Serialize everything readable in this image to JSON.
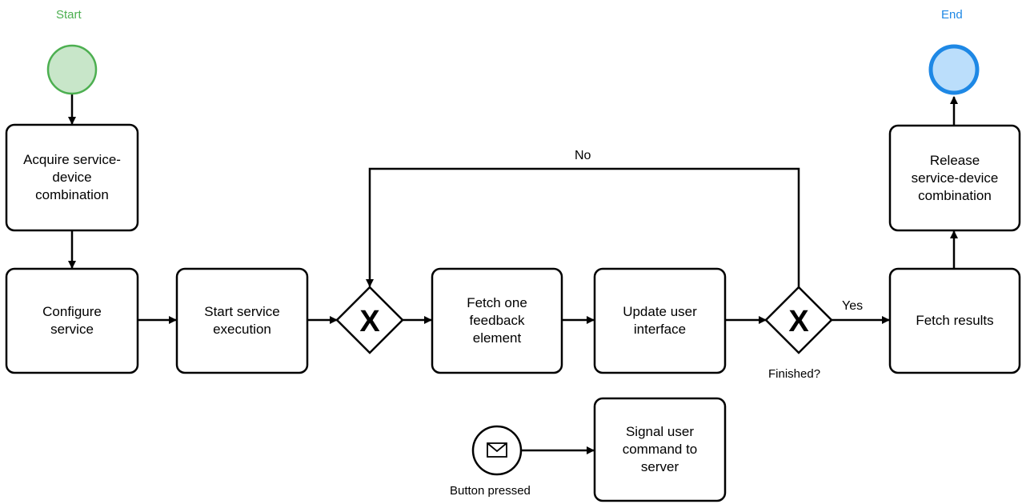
{
  "events": {
    "start": {
      "label": "Start",
      "color": "#4CAF50",
      "fill": "#c8e6c9"
    },
    "end": {
      "label": "End",
      "color": "#1E88E5",
      "fill": "#bbdefb"
    },
    "message": {
      "label": "Button pressed",
      "icon": "envelope-icon"
    }
  },
  "tasks": {
    "acquire": "Acquire service-\ndevice\ncombination",
    "configure": "Configure\nservice",
    "start_execution": "Start service\nexecution",
    "fetch_feedback": "Fetch one\nfeedback\nelement",
    "update_ui": "Update user\ninterface",
    "fetch_results": "Fetch results",
    "release": "Release\nservice-device\ncombination",
    "signal": "Signal user\ncommand to\nserver"
  },
  "gateways": {
    "merge": {
      "symbol": "X"
    },
    "finished": {
      "symbol": "X",
      "label": "Finished?"
    }
  },
  "flows": {
    "no_label": "No",
    "yes_label": "Yes"
  }
}
